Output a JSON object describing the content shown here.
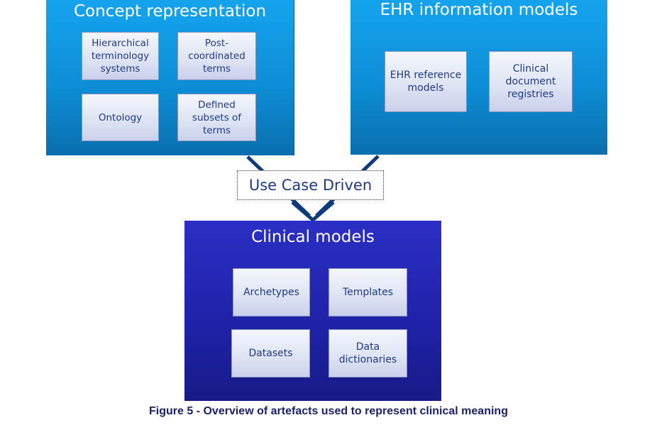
{
  "concept_representation": {
    "title": "Concept representation",
    "items": [
      "Hierarchical\nterminology\nsystems",
      "Post-\ncoordinated\nterms",
      "Ontology",
      "Defined\nsubsets of\nterms"
    ]
  },
  "ehr_information_models": {
    "title": "EHR information models",
    "items": [
      "EHR reference\nmodels",
      "Clinical\ndocument\nregistries"
    ]
  },
  "connector_label": "Use Case Driven",
  "clinical_models": {
    "title": "Clinical models",
    "items": [
      "Archetypes",
      "Templates",
      "Datasets",
      "Data\ndictionaries"
    ]
  },
  "caption": "Figure 5 - Overview of artefacts used to represent clinical meaning",
  "colors": {
    "concept_panel": "#0d8ed6",
    "clinical_panel": "#1e22a6",
    "arrow": "#0d3b7a",
    "box_text": "#1f3a85"
  }
}
